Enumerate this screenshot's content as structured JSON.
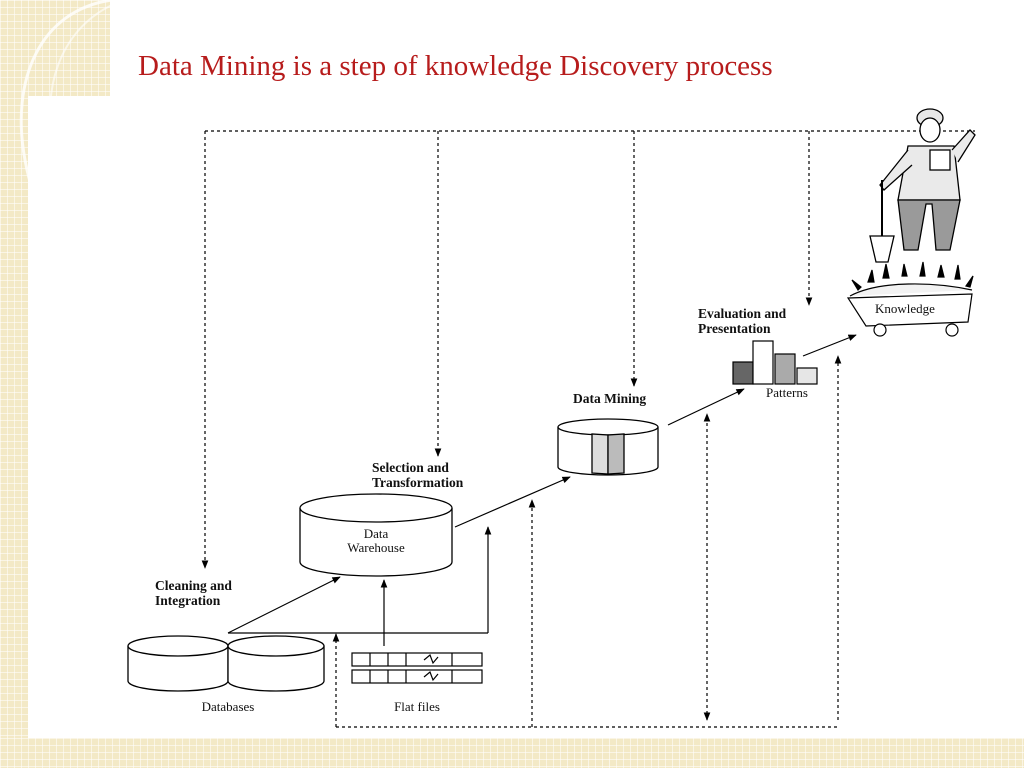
{
  "slide": {
    "title": "Data Mining is a step of knowledge Discovery process"
  },
  "diagram": {
    "stages": {
      "cleaning": [
        "Cleaning and",
        "Integration"
      ],
      "selection": [
        "Selection and",
        "Transformation"
      ],
      "mining": "Data Mining",
      "evaluation": [
        "Evaluation and",
        "Presentation"
      ]
    },
    "components": {
      "databases": "Databases",
      "flat_files": "Flat files",
      "warehouse": [
        "Data",
        "Warehouse"
      ],
      "patterns": "Patterns",
      "knowledge": "Knowledge"
    }
  }
}
